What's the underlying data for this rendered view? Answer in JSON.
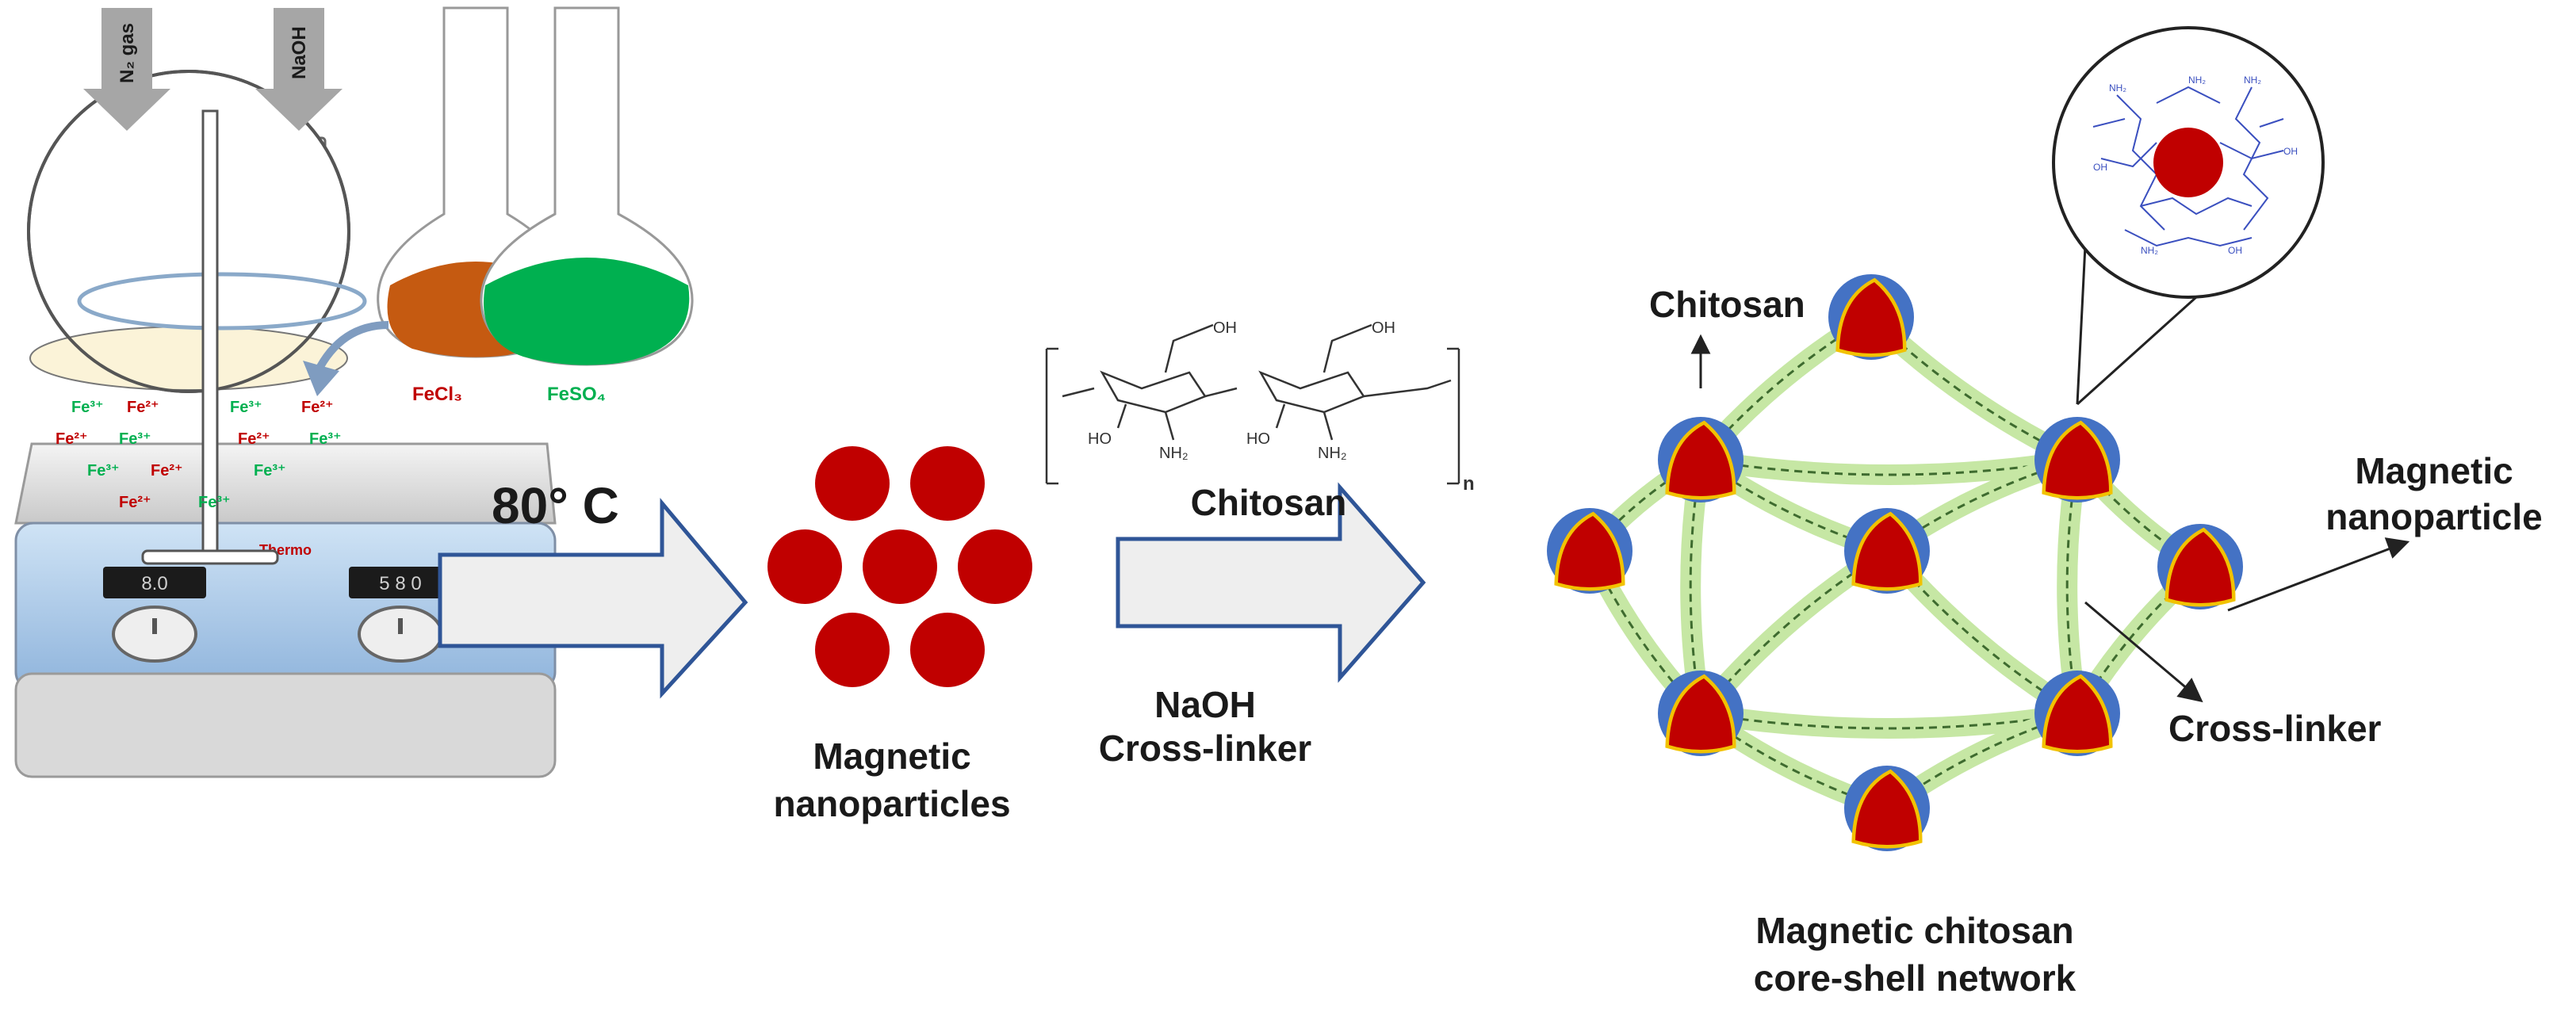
{
  "apparatus": {
    "inlet_gas": "N₂ gas",
    "inlet_base": "NaOH",
    "flask_1": "FeCl₃",
    "flask_2": "FeSO₄",
    "ion_2": "Fe²⁺",
    "ion_3": "Fe³⁺",
    "hotplate_brand": "Thermo",
    "display_left": "8.0",
    "display_right": "5 8 0"
  },
  "step1": {
    "temperature": "80° C"
  },
  "product1": {
    "line1": "Magnetic",
    "line2": "nanoparticles"
  },
  "step2": {
    "polymer_name": "Chitosan",
    "repeat_n": "n",
    "reagent_line1": "NaOH",
    "reagent_line2": "Cross-linker",
    "oh": "OH",
    "ho": "HO",
    "nh2": "NH₂"
  },
  "network": {
    "label_chitosan": "Chitosan",
    "label_np_line1": "Magnetic",
    "label_np_line2": "nanoparticle",
    "label_crosslinker": "Cross-linker",
    "caption_line1": "Magnetic chitosan",
    "caption_line2": "core-shell network"
  },
  "colors": {
    "core_red": "#c00000",
    "shell_blue": "#4472c4",
    "gold_rim": "#f2c200",
    "link_green": "#c6e7a4",
    "fecl3_brown": "#c55a11",
    "feso4_green": "#00b050",
    "arrow_outline": "#2f5597",
    "arrow_fill": "#eeeeee"
  }
}
